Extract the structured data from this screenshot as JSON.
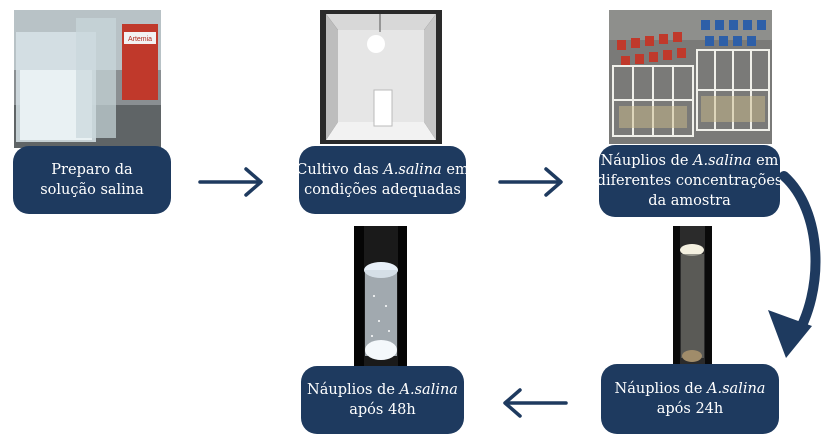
{
  "steps": [
    {
      "id": "step1",
      "lines": [
        {
          "pre": "Preparo da",
          "em": "",
          "post": ""
        },
        {
          "pre": "solução salina",
          "em": "",
          "post": ""
        }
      ]
    },
    {
      "id": "step2",
      "lines": [
        {
          "pre": "Cultivo das ",
          "em": "A.salina",
          "post": " em"
        },
        {
          "pre": "condições adequadas",
          "em": "",
          "post": ""
        }
      ]
    },
    {
      "id": "step3",
      "lines": [
        {
          "pre": "Náuplios de ",
          "em": "A.salina",
          "post": " em"
        },
        {
          "pre": "diferentes concentrações",
          "em": "",
          "post": ""
        },
        {
          "pre": "da amostra",
          "em": "",
          "post": ""
        }
      ]
    },
    {
      "id": "step4",
      "lines": [
        {
          "pre": "Náuplios de ",
          "em": "A.salina",
          "post": ""
        },
        {
          "pre": "após 24h",
          "em": "",
          "post": ""
        }
      ]
    },
    {
      "id": "step5",
      "lines": [
        {
          "pre": "Náuplios de ",
          "em": "A.salina",
          "post": ""
        },
        {
          "pre": "após 48h",
          "em": "",
          "post": ""
        }
      ]
    }
  ],
  "photo_labels": {
    "artemia_box": "Artemia"
  },
  "colors": {
    "box_fill": "#1e3a5f",
    "box_text": "#ffffff",
    "arrow": "#1e3a5f"
  }
}
